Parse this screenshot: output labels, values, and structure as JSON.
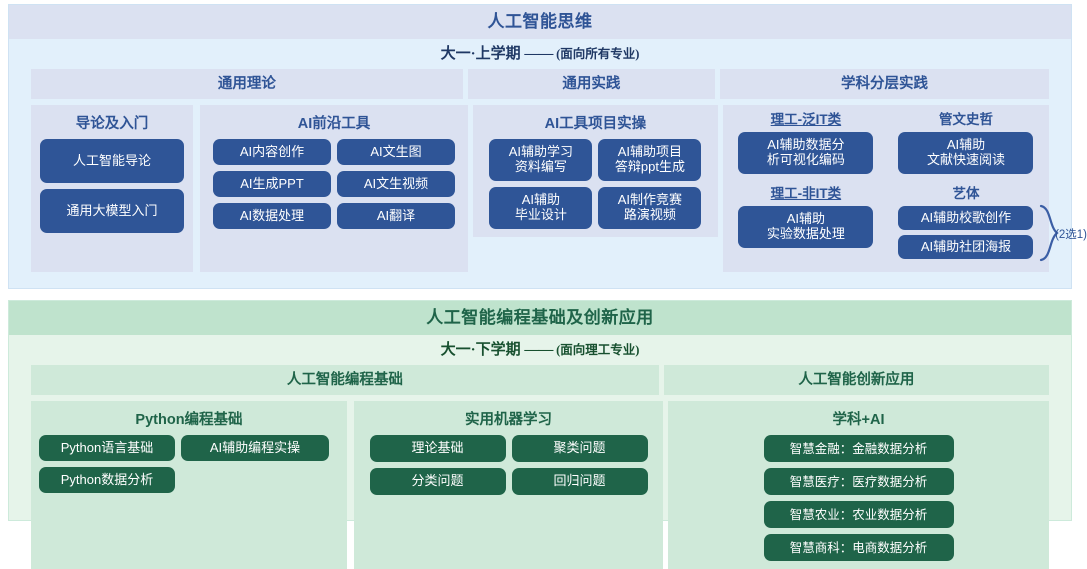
{
  "colors": {
    "blue_accent": "#2f5597",
    "blue_band": "#dbe1f1",
    "blue_bg": "#e2f0fb",
    "green_accent": "#1f6449",
    "green_band": "#cfe9d9",
    "green_bg": "#e6f4ea"
  },
  "blue_section": {
    "title": "人工智能思维",
    "subtitle_main": "大一·上学期",
    "subtitle_dash": "——",
    "subtitle_paren": "(面向所有专业)",
    "columns": [
      {
        "header": "通用理论"
      },
      {
        "header": "通用实践"
      },
      {
        "header": "学科分层实践"
      }
    ],
    "cards": {
      "intro": {
        "title": "导论及入门",
        "pills": [
          "人工智能导论",
          "通用大模型入门"
        ]
      },
      "tools": {
        "title": "AI前沿工具",
        "pills": [
          "AI内容创作",
          "AI文生图",
          "AI生成PPT",
          "AI文生视频",
          "AI数据处理",
          "AI翻译"
        ]
      },
      "projects": {
        "title": "AI工具项目实操",
        "pills": [
          "AI辅助学习\n资料编写",
          "AI辅助项目\n答辩ppt生成",
          "AI辅助\n毕业设计",
          "AI制作竞赛\n路演视频"
        ]
      },
      "layered": {
        "groups": [
          {
            "header": "理工-泛IT类",
            "underline": true,
            "pills": [
              "AI辅助数据分\n析可视化编码"
            ]
          },
          {
            "header": "管文史哲",
            "underline": false,
            "pills": [
              "AI辅助\n文献快速阅读"
            ]
          },
          {
            "header": "理工-非IT类",
            "underline": true,
            "pills": [
              "AI辅助\n实验数据处理"
            ]
          },
          {
            "header": "艺体",
            "underline": false,
            "pills": [
              "AI辅助校歌创作",
              "AI辅助社团海报"
            ],
            "note": "(2选1)"
          }
        ]
      }
    }
  },
  "green_section": {
    "title": "人工智能编程基础及创新应用",
    "subtitle_main": "大一·下学期",
    "subtitle_dash": "——",
    "subtitle_paren": "(面向理工专业)",
    "columns": [
      {
        "header": "人工智能编程基础"
      },
      {
        "header": "人工智能创新应用"
      }
    ],
    "cards": {
      "python": {
        "title": "Python编程基础",
        "pills": [
          "Python语言基础",
          "AI辅助编程实操",
          "Python数据分析"
        ]
      },
      "ml": {
        "title": "实用机器学习",
        "pills": [
          "理论基础",
          "聚类问题",
          "分类问题",
          "回归问题"
        ]
      },
      "subject_ai": {
        "title": "学科+AI",
        "pills": [
          "智慧金融：金融数据分析",
          "智慧医疗：医疗数据分析",
          "智慧农业：农业数据分析",
          "智慧商科：电商数据分析"
        ]
      }
    }
  }
}
